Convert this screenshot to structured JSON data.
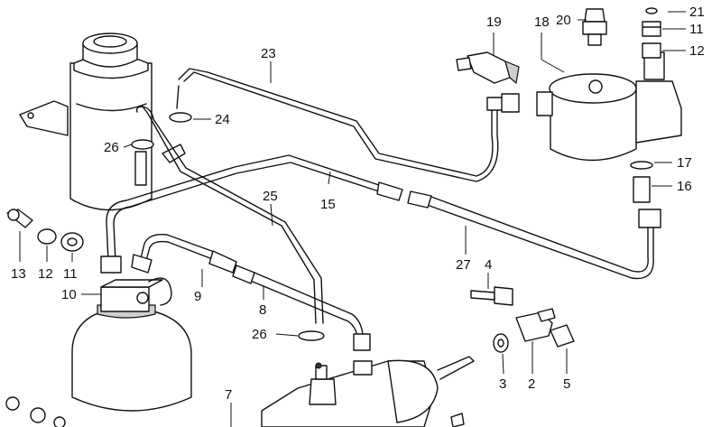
{
  "callouts": [
    {
      "id": "c21",
      "text": "21"
    },
    {
      "id": "c19",
      "text": "19"
    },
    {
      "id": "c18",
      "text": "18"
    },
    {
      "id": "c20",
      "text": "20"
    },
    {
      "id": "c11a",
      "text": "11"
    },
    {
      "id": "c23",
      "text": "23"
    },
    {
      "id": "c12a",
      "text": "12"
    },
    {
      "id": "c24",
      "text": "24"
    },
    {
      "id": "c26a",
      "text": "26"
    },
    {
      "id": "c17",
      "text": "17"
    },
    {
      "id": "c16",
      "text": "16"
    },
    {
      "id": "c25",
      "text": "25"
    },
    {
      "id": "c15",
      "text": "15"
    },
    {
      "id": "c27",
      "text": "27"
    },
    {
      "id": "c4",
      "text": "4"
    },
    {
      "id": "c13",
      "text": "13"
    },
    {
      "id": "c12b",
      "text": "12"
    },
    {
      "id": "c11b",
      "text": "11"
    },
    {
      "id": "c10",
      "text": "10"
    },
    {
      "id": "c9",
      "text": "9"
    },
    {
      "id": "c8",
      "text": "8"
    },
    {
      "id": "c26b",
      "text": "26"
    },
    {
      "id": "c3",
      "text": "3"
    },
    {
      "id": "c2",
      "text": "2"
    },
    {
      "id": "c5",
      "text": "5"
    },
    {
      "id": "c7",
      "text": "7"
    }
  ]
}
